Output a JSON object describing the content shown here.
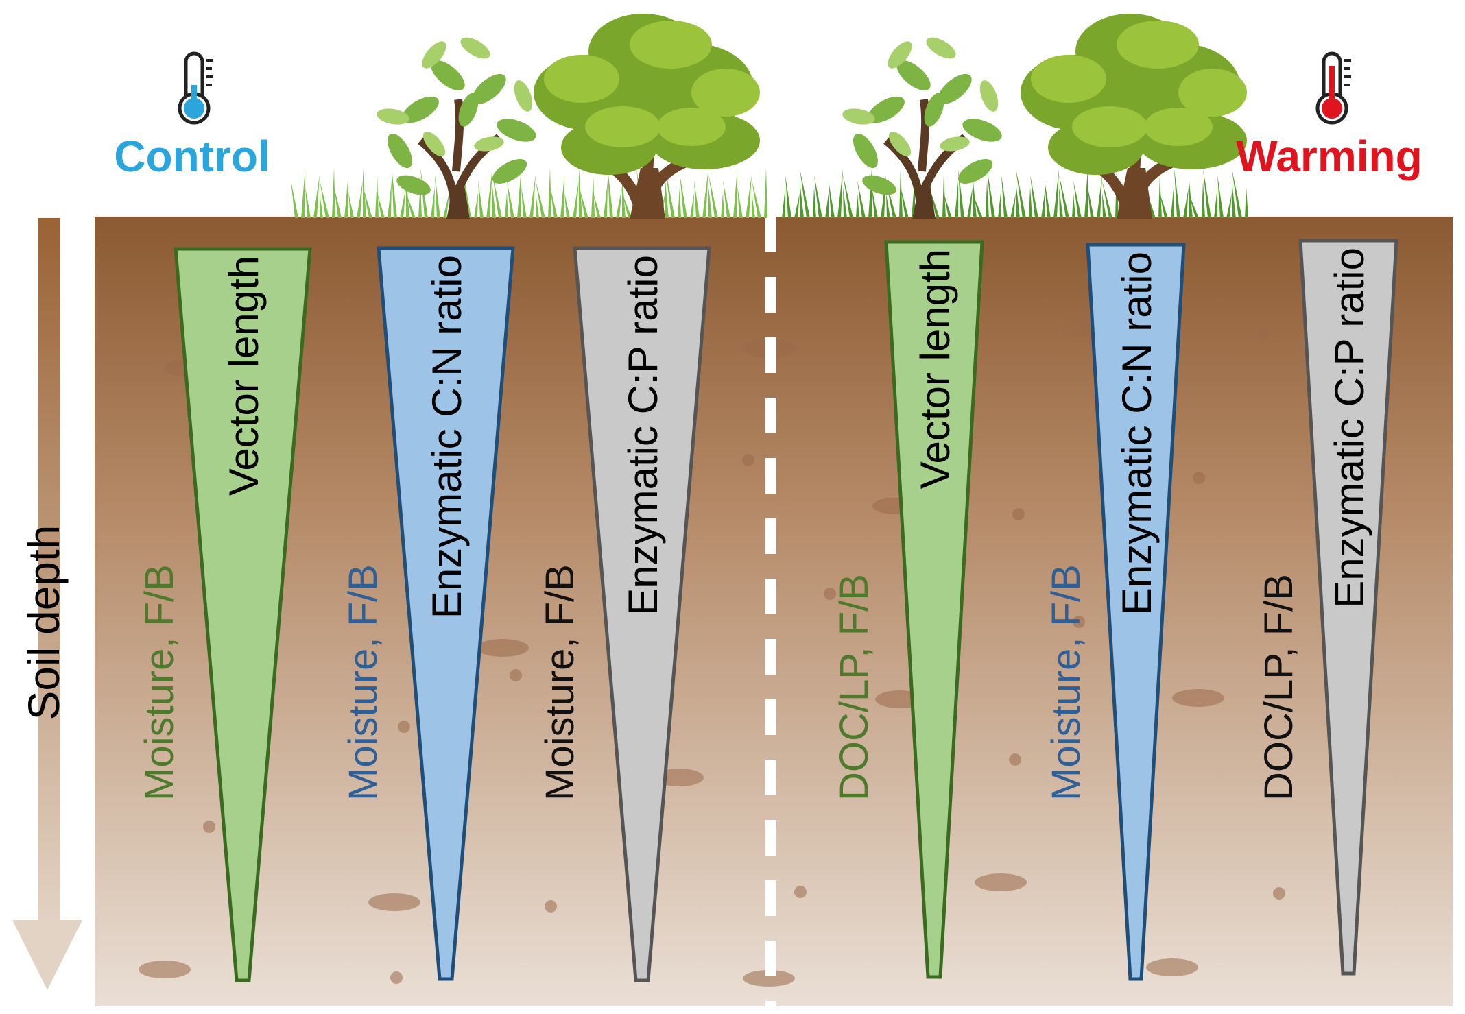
{
  "conditions": {
    "control": {
      "label": "Control",
      "color": "#2aa6dc"
    },
    "warming": {
      "label": "Warming",
      "color": "#e0141e"
    }
  },
  "axis": {
    "label": "Soil depth"
  },
  "wedges": [
    {
      "label": "Vector length",
      "side_label": "Moisture, F/B",
      "fill": "#a8d08d",
      "stroke": "#3a6b20",
      "side_color": "#4e7a2c"
    },
    {
      "label": "Enzymatic C:N ratio",
      "side_label": "Moisture, F/B",
      "fill": "#9dc3e6",
      "stroke": "#1f4e79",
      "side_color": "#2e5f96"
    },
    {
      "label": "Enzymatic C:P ratio",
      "side_label": "Moisture, F/B",
      "fill": "#c9c9c9",
      "stroke": "#555555",
      "side_color": "#111111"
    },
    {
      "label": "Vector length",
      "side_label": "DOC/LP, F/B",
      "fill": "#a8d08d",
      "stroke": "#3a6b20",
      "side_color": "#4e7a2c"
    },
    {
      "label": "Enzymatic C:N ratio",
      "side_label": "Moisture, F/B",
      "fill": "#9dc3e6",
      "stroke": "#1f4e79",
      "side_color": "#2e5f96"
    },
    {
      "label": "Enzymatic C:P ratio",
      "side_label": "DOC/LP, F/B",
      "fill": "#c9c9c9",
      "stroke": "#555555",
      "side_color": "#111111"
    }
  ],
  "colors": {
    "soil_top": "#8b5a32",
    "soil_bottom": "#e8d9cc",
    "arrow": "#a06a40"
  },
  "icons": [
    "thermometer-cold-icon",
    "thermometer-hot-icon",
    "tree-icon",
    "grass-icon"
  ]
}
